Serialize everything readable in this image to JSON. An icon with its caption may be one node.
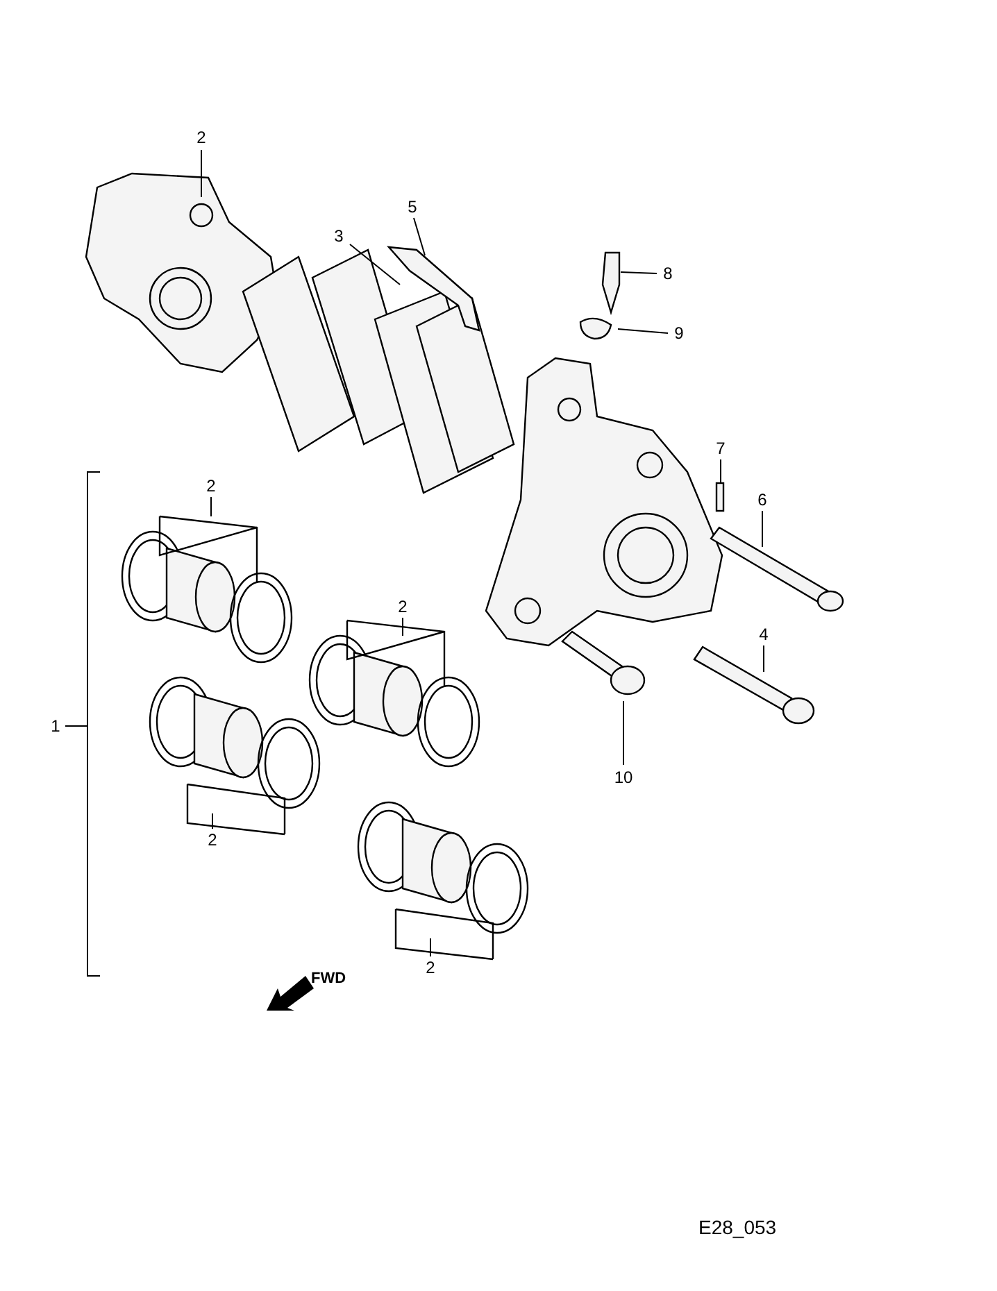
{
  "diagram": {
    "nodes": [
      {
        "text": [
          "2"
        ]
      },
      {
        "text": [
          "5"
        ]
      },
      {
        "text": [
          "3"
        ]
      },
      {
        "text": [
          "8"
        ]
      },
      {
        "text": [
          "9"
        ]
      },
      {
        "text": [
          "7"
        ]
      },
      {
        "text": [
          "6"
        ]
      },
      {
        "text": [
          "4"
        ]
      },
      {
        "text": [
          "10"
        ]
      },
      {
        "text": [
          "1"
        ]
      },
      {
        "text": [
          "2"
        ]
      },
      {
        "text": [
          "2"
        ]
      },
      {
        "text": [
          "2"
        ]
      },
      {
        "text": [
          "2"
        ]
      }
    ],
    "edges": [
      {
        "from": 0,
        "to": null,
        "arrow": "none"
      },
      {
        "from": 1,
        "to": null,
        "arrow": "none"
      },
      {
        "from": 2,
        "to": null,
        "arrow": "none"
      },
      {
        "from": 3,
        "to": null,
        "arrow": "none"
      },
      {
        "from": 4,
        "to": null,
        "arrow": "none"
      },
      {
        "from": 5,
        "to": null,
        "arrow": "none"
      },
      {
        "from": 6,
        "to": null,
        "arrow": "none"
      },
      {
        "from": 7,
        "to": null,
        "arrow": "none"
      },
      {
        "from": 8,
        "to": null,
        "arrow": "none"
      },
      {
        "from": 9,
        "to": null,
        "arrow": "none"
      },
      {
        "from": 10,
        "to": null,
        "arrow": "none"
      },
      {
        "from": 11,
        "to": null,
        "arrow": "none"
      },
      {
        "from": 12,
        "to": null,
        "arrow": "none"
      },
      {
        "from": 13,
        "to": null,
        "arrow": "none"
      }
    ],
    "labels": [
      "FWD",
      "E28_053"
    ]
  }
}
